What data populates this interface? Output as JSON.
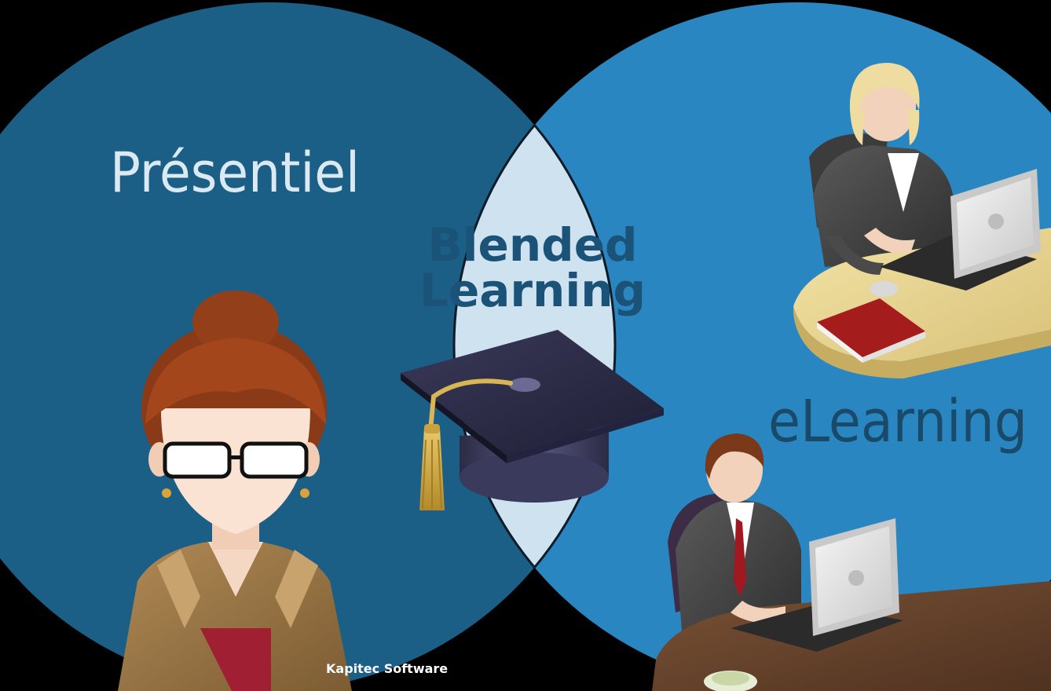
{
  "colors": {
    "background": "#000000",
    "left_circle": "#1b5e86",
    "right_circle": "#2a86c0",
    "overlap": "#cfe2f0",
    "title_dark": "#1a5278",
    "label_light": "#dbe9f3",
    "label_right": "#1a4a6a",
    "outline": "#0e1c28"
  },
  "diagram": {
    "left_label": "Présentiel",
    "right_label": "eLearning",
    "center_title_line1": "Blended",
    "center_title_line2": "Learning",
    "credit": "Kapitec Software"
  },
  "icons": [
    "graduation-cap-icon",
    "teacher-woman-icon",
    "woman-at-laptop-icon",
    "man-at-laptop-icon",
    "red-book-icon",
    "coffee-cup-icon"
  ]
}
